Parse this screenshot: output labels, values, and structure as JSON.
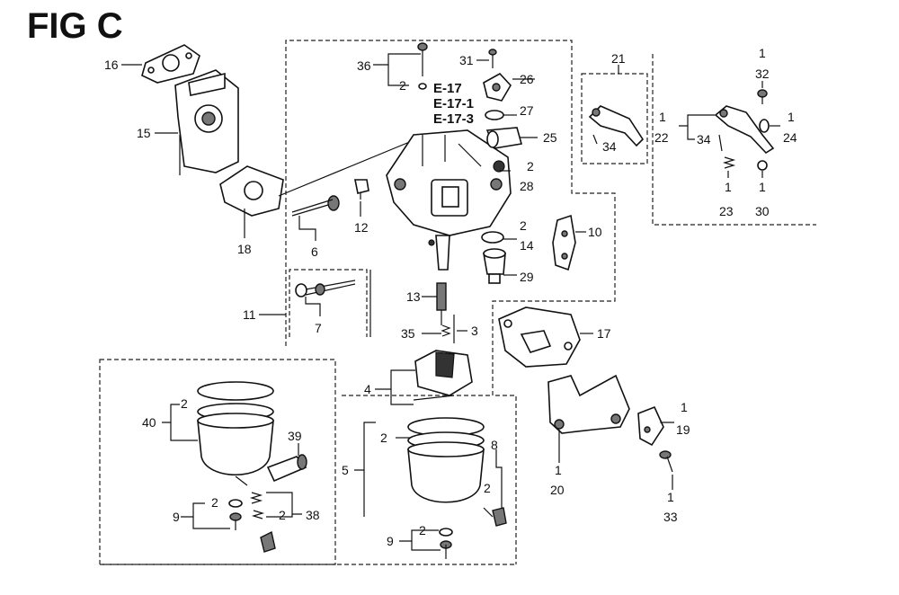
{
  "title": "FIG C",
  "references": [
    "E-17",
    "E-17-1",
    "E-17-3"
  ],
  "callouts": [
    "16",
    "15",
    "18",
    "6",
    "12",
    "36",
    "2",
    "31",
    "26",
    "27",
    "25",
    "2",
    "28",
    "2",
    "14",
    "29",
    "10",
    "13",
    "35",
    "3",
    "4",
    "5",
    "2",
    "8",
    "2",
    "9",
    "2",
    "40",
    "2",
    "39",
    "9",
    "2",
    "2",
    "38",
    "11",
    "7",
    "17",
    "1",
    "20",
    "1",
    "19",
    "1",
    "33",
    "21",
    "34",
    "1",
    "32",
    "1",
    "22",
    "34",
    "1",
    "24",
    "1",
    "23",
    "1",
    "30"
  ]
}
